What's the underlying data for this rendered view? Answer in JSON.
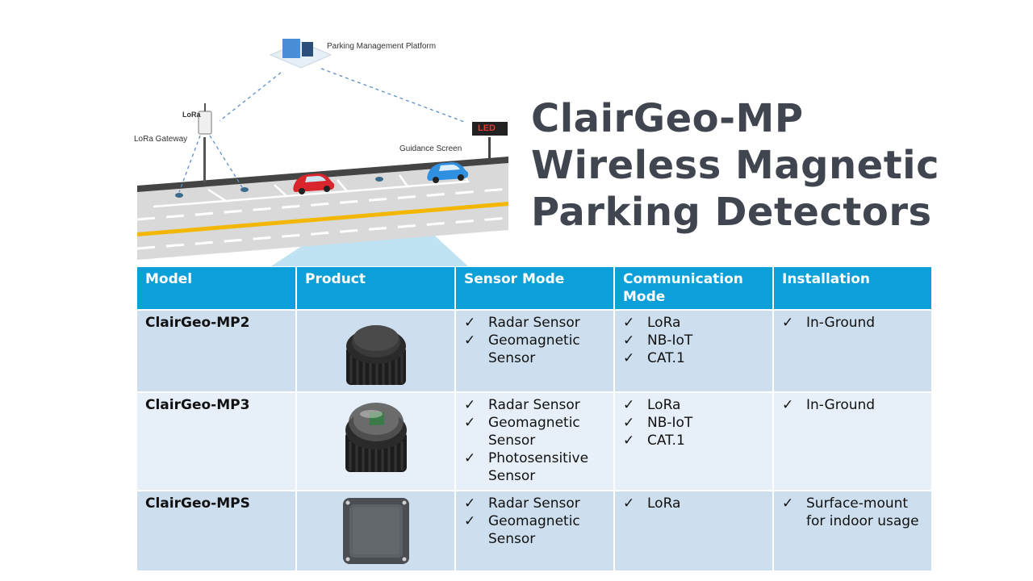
{
  "illustration": {
    "platform_label": "Parking Management Platform",
    "gateway_label": "LoRa Gateway",
    "gateway_tag": "LoRa",
    "guidance_label": "Guidance Screen",
    "led_text": "LED"
  },
  "title": {
    "line1": "ClairGeo-MP",
    "line2": "Wireless Magnetic",
    "line3": "Parking Detectors"
  },
  "table": {
    "headers": [
      "Model",
      "Product",
      "Sensor Mode",
      "Communication Mode",
      "Installation"
    ],
    "check_mark": "✓",
    "rows": [
      {
        "model": "ClairGeo-MP2",
        "sensor": [
          "Radar Sensor",
          "Geomagnetic Sensor"
        ],
        "comm": [
          "LoRa",
          "NB-IoT",
          "CAT.1"
        ],
        "install": [
          "In-Ground"
        ]
      },
      {
        "model": "ClairGeo-MP3",
        "sensor": [
          "Radar Sensor",
          "Geomagnetic Sensor",
          "Photosensitive Sensor"
        ],
        "comm": [
          "LoRa",
          "NB-IoT",
          "CAT.1"
        ],
        "install": [
          "In-Ground"
        ]
      },
      {
        "model": "ClairGeo-MPS",
        "sensor": [
          "Radar Sensor",
          "Geomagnetic Sensor"
        ],
        "comm": [
          "LoRa"
        ],
        "install": [
          "Surface-mount for indoor usage"
        ]
      }
    ]
  },
  "colors": {
    "header_bg": "#0c9fd8",
    "row_dark": "#cddfee",
    "row_light": "#e7f0f8",
    "title": "#404550"
  }
}
